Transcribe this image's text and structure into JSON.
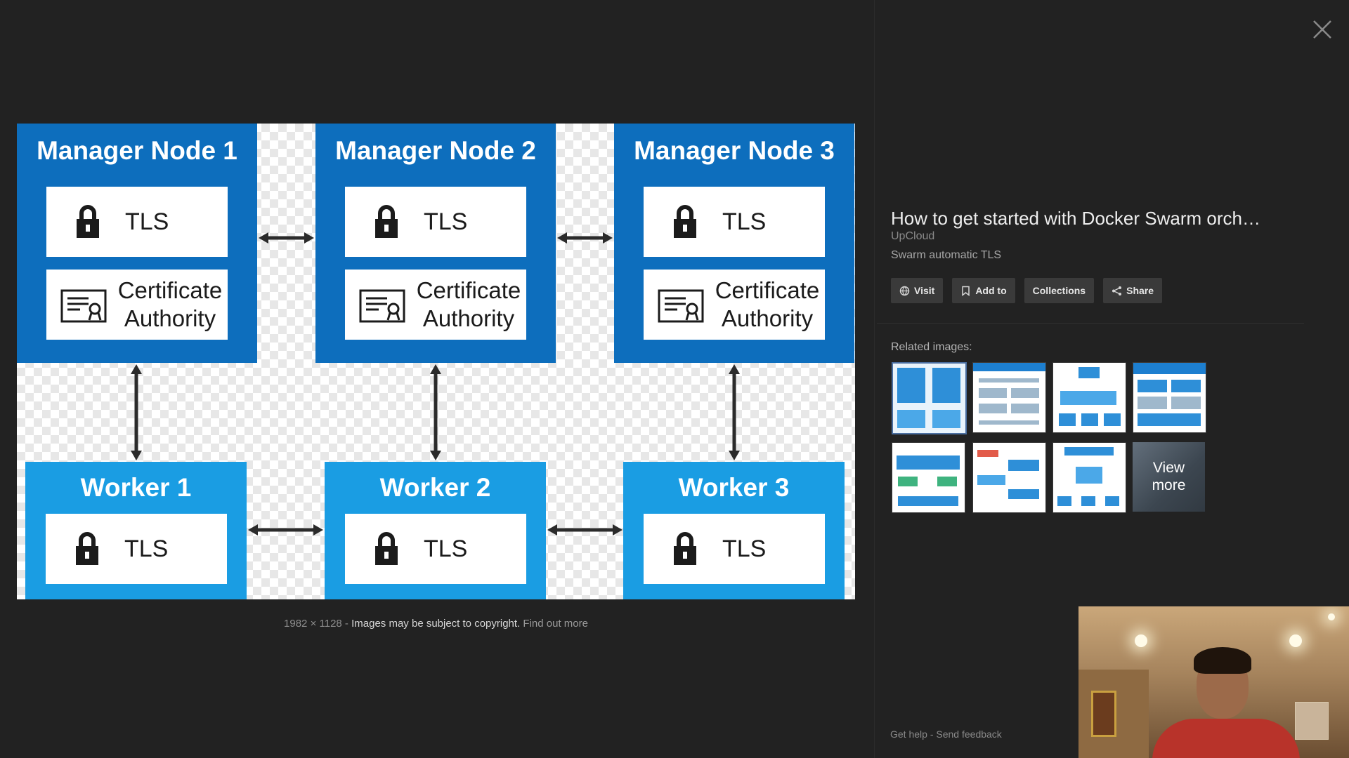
{
  "diagram": {
    "managers": [
      {
        "title": "Manager Node 1",
        "tls": "TLS",
        "ca_line1": "Certificate",
        "ca_line2": "Authority"
      },
      {
        "title": "Manager Node 2",
        "tls": "TLS",
        "ca_line1": "Certificate",
        "ca_line2": "Authority"
      },
      {
        "title": "Manager Node 3",
        "tls": "TLS",
        "ca_line1": "Certificate",
        "ca_line2": "Authority"
      }
    ],
    "workers": [
      {
        "title": "Worker 1",
        "tls": "TLS"
      },
      {
        "title": "Worker 2",
        "tls": "TLS"
      },
      {
        "title": "Worker 3",
        "tls": "TLS"
      }
    ],
    "colors": {
      "manager": "#0d6ebd",
      "worker": "#1a9de3",
      "arrow": "#2b2b2b"
    }
  },
  "caption": {
    "dimensions": "1982 × 1128",
    "separator": " - ",
    "notice": "Images may be subject to copyright.",
    "link": "Find out more"
  },
  "panel": {
    "title": "How to get started with Docker Swarm orch…",
    "source": "UpCloud",
    "description": "Swarm automatic TLS",
    "actions": {
      "visit": "Visit",
      "add_to": "Add to",
      "collections": "Collections",
      "share": "Share"
    },
    "related_label": "Related images:",
    "view_more_line1": "View",
    "view_more_line2": "more"
  },
  "footer": {
    "help": "Get help",
    "separator": " - ",
    "feedback": "Send feedback"
  },
  "icons": {
    "close": "close-icon",
    "lock": "lock-icon",
    "certificate": "certificate-icon",
    "globe": "globe-icon",
    "bookmark": "bookmark-icon",
    "share": "share-icon"
  }
}
